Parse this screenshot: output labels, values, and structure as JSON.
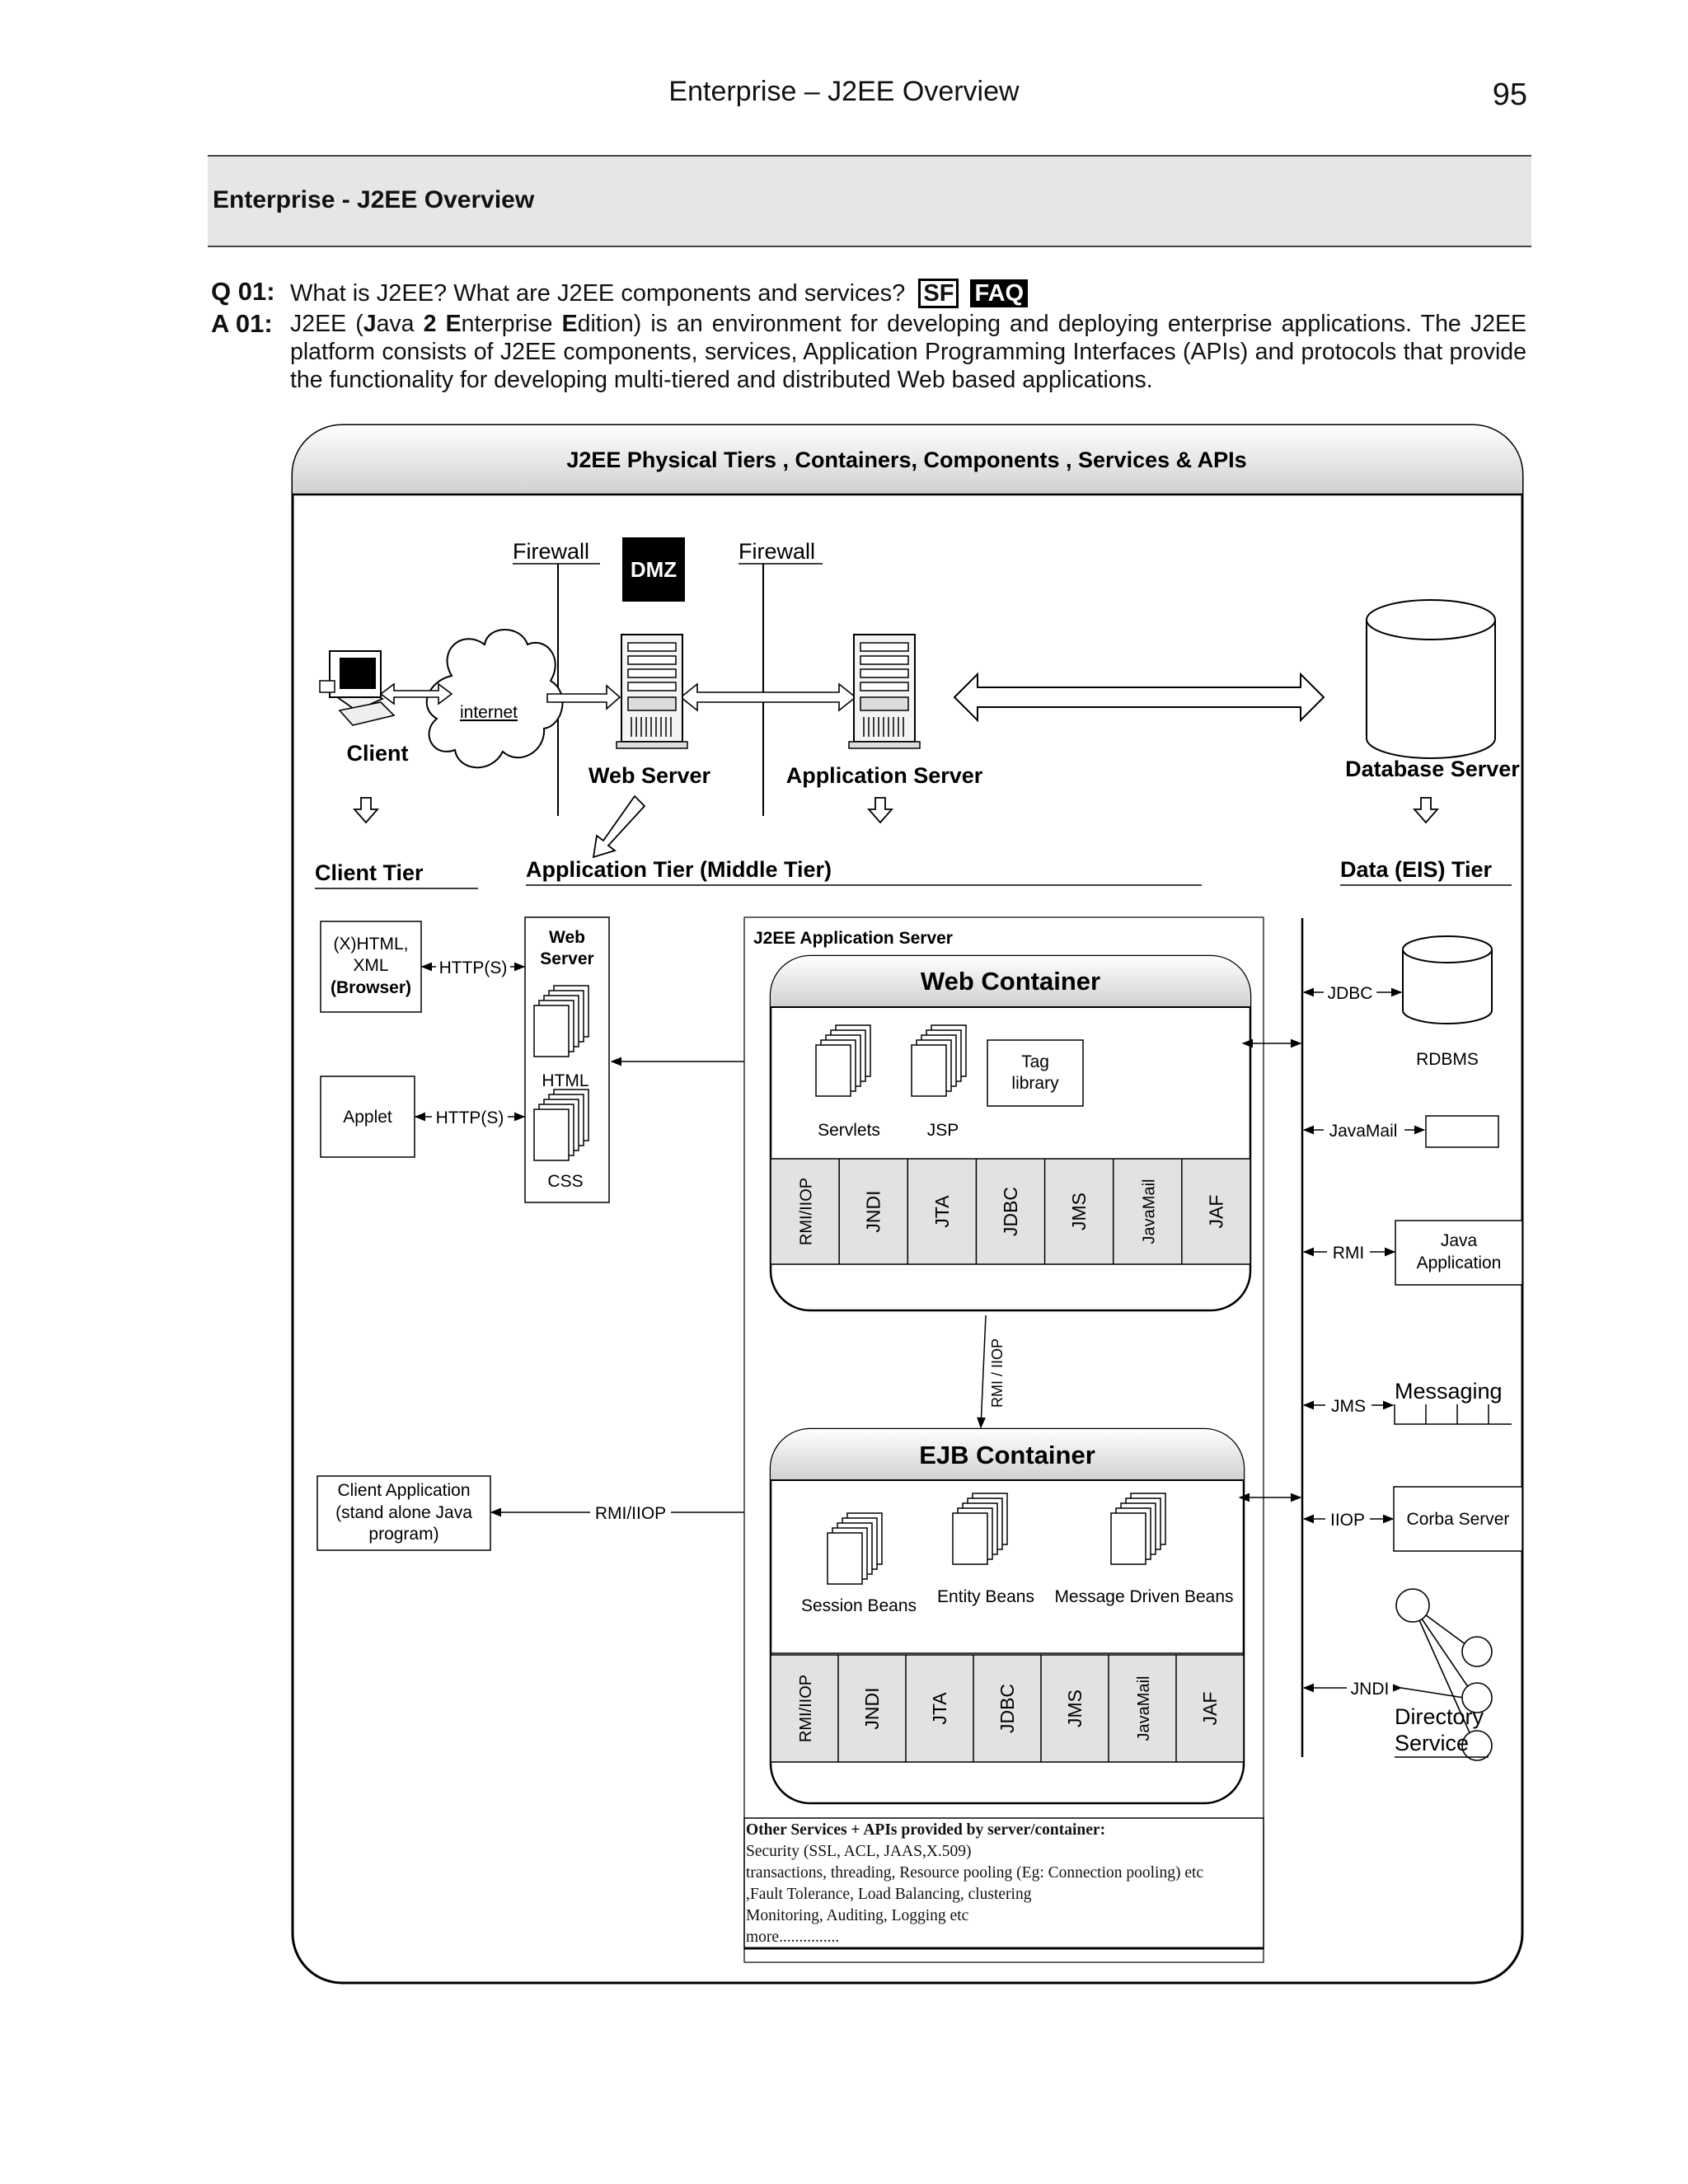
{
  "header": {
    "running_title": "Enterprise – J2EE Overview",
    "page_number": "95"
  },
  "section": {
    "title": "Enterprise - J2EE Overview"
  },
  "question": {
    "label": "Q 01:",
    "text": "What is J2EE? What are J2EE components and services?",
    "tags": {
      "sf": "SF",
      "faq": "FAQ"
    }
  },
  "answer": {
    "label": "A 01:",
    "text_a": "J2EE (",
    "bold_j": "J",
    "text_b": "ava ",
    "bold_2": "2 ",
    "bold_e1": "E",
    "text_c": "nterprise ",
    "bold_e2": "E",
    "text_d": "dition) is an environment for developing and deploying enterprise applications. The J2EE platform consists of J2EE components, services, Application Programming Interfaces (APIs) and protocols that provide the functionality for developing multi-tiered and distributed Web based applications."
  },
  "diagram": {
    "title": "J2EE Physical Tiers , Containers, Components , Services  &  APIs",
    "firewall_left": "Firewall",
    "firewall_right": "Firewall",
    "dmz": "DMZ",
    "internet": "internet",
    "client": "Client",
    "web_server": "Web Server",
    "application_server": "Application Server",
    "database_server": "Database Server",
    "tiers": {
      "client": "Client Tier",
      "middle": "Application Tier (Middle Tier)",
      "data": "Data (EIS) Tier"
    },
    "client_tier": {
      "browser_line1": "(X)HTML,",
      "browser_line2": "XML",
      "browser_line3": "(Browser)",
      "http1": "HTTP(S)",
      "applet": "Applet",
      "http2": "HTTP(S)",
      "client_app_line1": "Client Application",
      "client_app_line2": "(stand alone Java",
      "client_app_line3": "program)",
      "rmi_iiop": "RMI/IIOP"
    },
    "web_server_box": {
      "title_line1": "Web",
      "title_line2": "Server",
      "html": "HTML",
      "css": "CSS"
    },
    "app_server": {
      "label": "J2EE Application Server",
      "web_container": {
        "title": "Web Container",
        "servlets": "Servlets",
        "jsp": "JSP",
        "tag_line1": "Tag",
        "tag_line2": "library",
        "apis": [
          "RMI/IIOP",
          "JNDI",
          "JTA",
          "JDBC",
          "JMS",
          "JavaMail",
          "JAF"
        ]
      },
      "link": "RMI / IIOP",
      "ejb_container": {
        "title": "EJB Container",
        "session": "Session Beans",
        "entity": "Entity Beans",
        "mdb": "Message Driven Beans",
        "apis": [
          "RMI/IIOP",
          "JNDI",
          "JTA",
          "JDBC",
          "JMS",
          "JavaMail",
          "JAF"
        ]
      },
      "other_services": {
        "title": "Other Services + APIs provided by server/container:",
        "lines": [
          "Security (SSL, ACL, JAAS,X.509)",
          "transactions, threading, Resource pooling (Eg: Connection pooling)  etc",
          ",Fault Tolerance, Load Balancing, clustering",
          "Monitoring, Auditing, Logging  etc",
          "more..............."
        ]
      }
    },
    "eis": {
      "jdbc": "JDBC",
      "rdbms": "RDBMS",
      "javamail": "JavaMail",
      "rmi": "RMI",
      "java_app_line1": "Java",
      "java_app_line2": "Application",
      "jms": "JMS",
      "messaging": "Messaging",
      "iiop": "IIOP",
      "corba": "Corba Server",
      "jndi": "JNDI",
      "directory_line1": "Directory",
      "directory_line2": "Service"
    }
  }
}
